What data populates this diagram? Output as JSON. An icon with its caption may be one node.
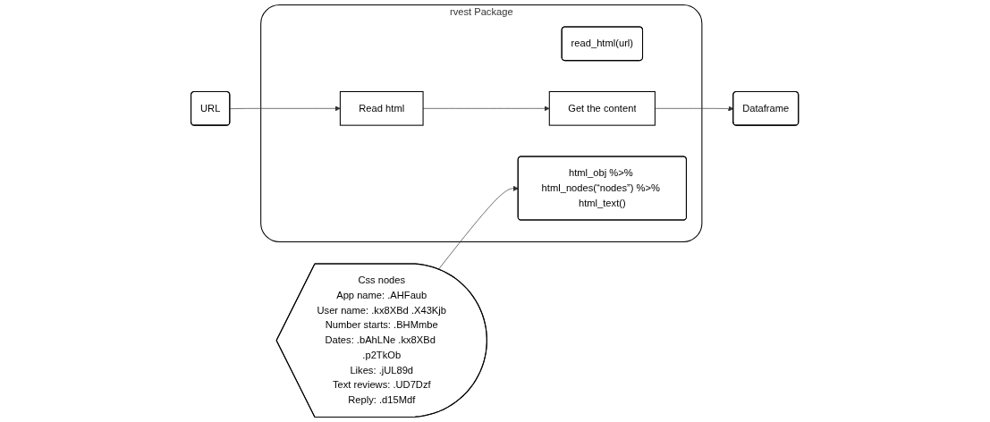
{
  "diagram": {
    "nodes": [
      {
        "text": [
          "URL"
        ]
      },
      {
        "text": [
          "rvest Package"
        ]
      },
      {
        "text": [
          "Read html"
        ],
        "in": 1
      },
      {
        "text": [
          "read_html(url)"
        ],
        "in": 1
      },
      {
        "text": [
          "Get the content"
        ],
        "in": 1
      },
      {
        "text": [
          "html_obj %>% html_nodes(“nodes”) %>% html_text()"
        ],
        "in": 1
      },
      {
        "text": [
          "Dataframe"
        ]
      },
      {
        "text": [
          "Css nodes",
          "App name: .AHFaub",
          "User name: .kx8XBd .X43Kjb",
          "Number starts: .BHMmbe",
          "Dates: .bAhLNe .kx8XBd .p2TkOb",
          "Likes: .jUL89d",
          "Text reviews: .UD7Dzf",
          "Reply: .d15Mdf"
        ]
      }
    ],
    "edges": [
      {
        "from": 0,
        "to": 2,
        "arrow": "to"
      },
      {
        "from": 2,
        "to": 4,
        "arrow": "to"
      },
      {
        "from": 4,
        "to": 6,
        "arrow": "to"
      },
      {
        "from": 7,
        "to": 5,
        "arrow": "to"
      }
    ]
  }
}
